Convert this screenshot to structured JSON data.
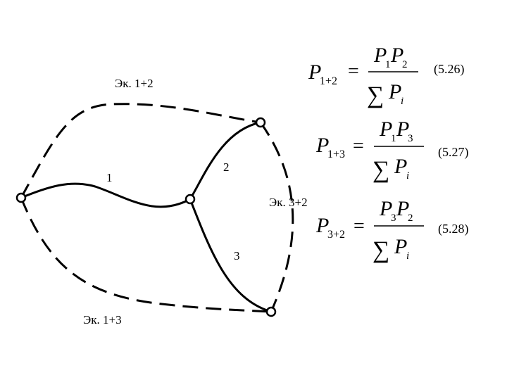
{
  "diagram": {
    "equivalent_labels": {
      "ek12": "Эк. 1+2",
      "ek13": "Эк. 1+3",
      "ek32": "Эк. 3+2"
    },
    "branch_labels": {
      "b1": "1",
      "b2": "2",
      "b3": "3"
    }
  },
  "formulas": [
    {
      "lhs_symbol": "P",
      "lhs_subscript": "1+2",
      "equals": "=",
      "num_first": "P",
      "num_first_sub": "1",
      "num_second": "P",
      "num_second_sub": "2",
      "den_sum": "∑",
      "den_symbol": "P",
      "den_sub": "i",
      "number": "(5.26)"
    },
    {
      "lhs_symbol": "P",
      "lhs_subscript": "1+3",
      "equals": "=",
      "num_first": "P",
      "num_first_sub": "1",
      "num_second": "P",
      "num_second_sub": "3",
      "den_sum": "∑",
      "den_symbol": "P",
      "den_sub": "i",
      "number": "(5.27)"
    },
    {
      "lhs_symbol": "P",
      "lhs_subscript": "3+2",
      "equals": "=",
      "num_first": "P",
      "num_first_sub": "3",
      "num_second": "P",
      "num_second_sub": "2",
      "den_sum": "∑",
      "den_symbol": "P",
      "den_sub": "i",
      "number": "(5.28)"
    }
  ]
}
